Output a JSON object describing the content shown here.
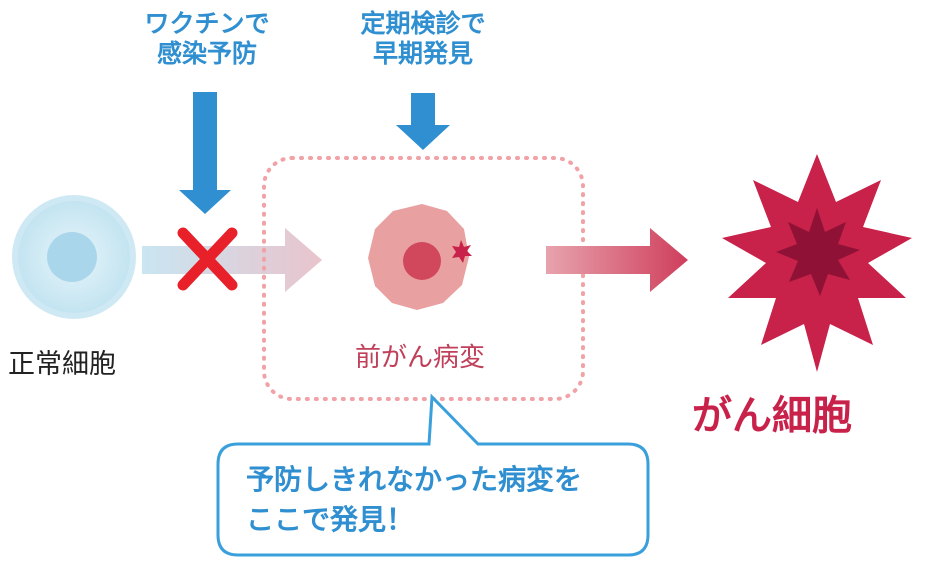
{
  "vaccine": {
    "line1": "ワクチンで",
    "line2": "感染予防"
  },
  "screening": {
    "line1": "定期検診で",
    "line2": "早期発見"
  },
  "normal_cell": {
    "label": "正常細胞"
  },
  "precancer": {
    "label": "前がん病変"
  },
  "cancer": {
    "label": "がん細胞"
  },
  "callout": {
    "line1": "予防しきれなかった病変を",
    "line2": "ここで発見！"
  },
  "colors": {
    "blue": "#2f8fd0",
    "red_x": "#e8202a",
    "cancer": "#c8214a",
    "precancer": "#e48a8a"
  }
}
